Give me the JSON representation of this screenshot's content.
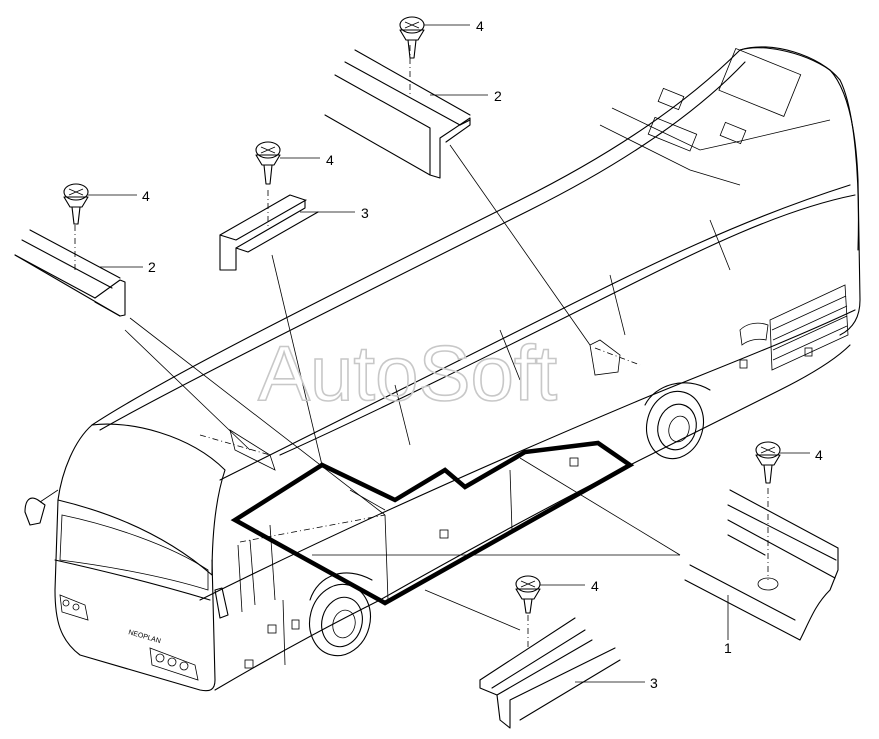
{
  "watermark": "AutoSoft",
  "callouts": [
    {
      "id": "c1",
      "text": "1"
    },
    {
      "id": "c2a",
      "text": "2"
    },
    {
      "id": "c2b",
      "text": "2"
    },
    {
      "id": "c3a",
      "text": "3"
    },
    {
      "id": "c3b",
      "text": "3"
    },
    {
      "id": "c4a",
      "text": "4"
    },
    {
      "id": "c4b",
      "text": "4"
    },
    {
      "id": "c4c",
      "text": "4"
    },
    {
      "id": "c4d",
      "text": "4"
    },
    {
      "id": "c4e",
      "text": "4"
    }
  ],
  "bus": {
    "front_badge": "NEOPLAN"
  }
}
